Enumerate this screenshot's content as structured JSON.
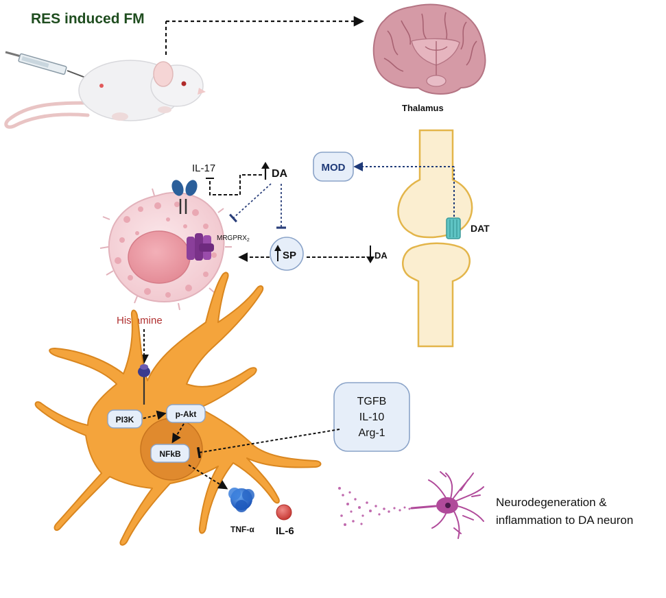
{
  "title": "RES induced FM",
  "labels": {
    "thalamus": "Thalamus",
    "mod": "MOD",
    "dat": "DAT",
    "il17": "IL-17",
    "da_up": "DA",
    "da_down": "DA",
    "sp": "SP",
    "mrgprx2": "MRGPRX",
    "mrgprx2_sub": "2",
    "histamine": "Histamine",
    "pi3k": "PI3K",
    "pakt": "p-Akt",
    "nfkb": "NFkB",
    "tnf": "TNF-α",
    "il6": "IL-6",
    "cytokines": [
      "TGFB",
      "IL-10",
      "Arg-1"
    ],
    "outcome_line1": "Neurodegeneration &",
    "outcome_line2": "inflammation to DA neuron"
  },
  "colors": {
    "title": "#1f4d1f",
    "histamine": "#b03030",
    "microglia": "#f4a43c",
    "nucleus": "#e08a2e",
    "bone": "#fbeed0",
    "bone_edge": "#e3b54a",
    "mast_cell": "#f6d9dd",
    "receptor_purple": "#8a3f9a",
    "box_fill": "#e6eef9",
    "box_edge": "#8aa3c8",
    "mod_text": "#1f3a78",
    "dat_channel": "#5fc4c4",
    "tnf": "#2f6fd0",
    "il6": "#d9534f",
    "neuron": "#b04a9a"
  },
  "icons": [
    "syringe-icon",
    "mouse-icon",
    "brain-icon",
    "bone-joint-icon",
    "mast-cell-icon",
    "antibody-receptor-icon",
    "microglia-icon",
    "neuron-icon"
  ]
}
